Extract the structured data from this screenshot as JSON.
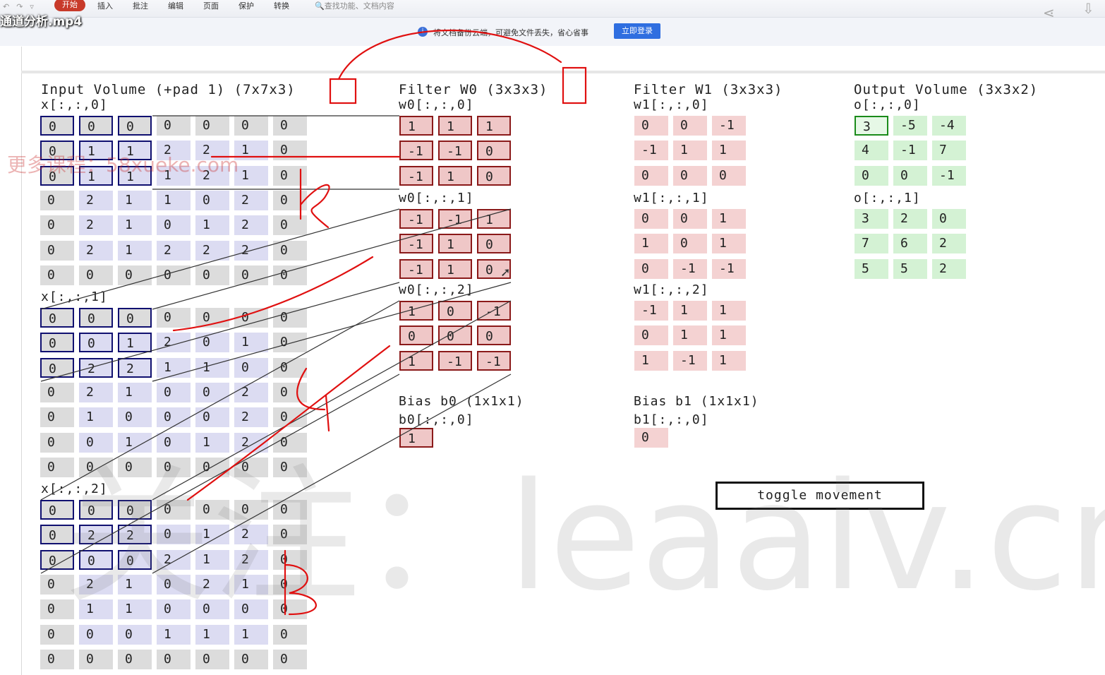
{
  "toolbar": {
    "start_tab": "开始",
    "menu": [
      "插入",
      "批注",
      "编辑",
      "页面",
      "保护",
      "转换"
    ],
    "search": "查找功能、文档内容",
    "video_title": "通道分析.mp4"
  },
  "notice": {
    "text": "将文档备份云端，可避免文件丢失，省心省事",
    "login_button": "立即登录"
  },
  "icons": {
    "info": "info-icon",
    "share": "share-icon",
    "download": "download-icon",
    "undo": "undo-icon",
    "redo": "redo-icon"
  },
  "input": {
    "title": "Input Volume (+pad 1) (7x7x3)",
    "slices": [
      {
        "label": "x[:,:,0]",
        "rows": [
          [
            0,
            0,
            0,
            0,
            0,
            0,
            0
          ],
          [
            0,
            1,
            1,
            2,
            2,
            1,
            0
          ],
          [
            0,
            1,
            1,
            1,
            2,
            1,
            0
          ],
          [
            0,
            2,
            1,
            1,
            0,
            2,
            0
          ],
          [
            0,
            2,
            1,
            0,
            1,
            2,
            0
          ],
          [
            0,
            2,
            1,
            2,
            2,
            2,
            0
          ],
          [
            0,
            0,
            0,
            0,
            0,
            0,
            0
          ]
        ]
      },
      {
        "label": "x[:,:,1]",
        "rows": [
          [
            0,
            0,
            0,
            0,
            0,
            0,
            0
          ],
          [
            0,
            0,
            1,
            2,
            0,
            1,
            0
          ],
          [
            0,
            2,
            2,
            1,
            1,
            0,
            0
          ],
          [
            0,
            2,
            1,
            0,
            0,
            2,
            0
          ],
          [
            0,
            1,
            0,
            0,
            0,
            2,
            0
          ],
          [
            0,
            0,
            1,
            0,
            1,
            2,
            0
          ],
          [
            0,
            0,
            0,
            0,
            0,
            0,
            0
          ]
        ]
      },
      {
        "label": "x[:,:,2]",
        "rows": [
          [
            0,
            0,
            0,
            0,
            0,
            0,
            0
          ],
          [
            0,
            2,
            2,
            0,
            1,
            2,
            0
          ],
          [
            0,
            0,
            0,
            2,
            1,
            2,
            0
          ],
          [
            0,
            2,
            1,
            0,
            2,
            1,
            0
          ],
          [
            0,
            1,
            1,
            0,
            0,
            0,
            0
          ],
          [
            0,
            0,
            0,
            1,
            1,
            1,
            0
          ],
          [
            0,
            0,
            0,
            0,
            0,
            0,
            0
          ]
        ]
      }
    ]
  },
  "filter_w0": {
    "title": "Filter W0 (3x3x3)",
    "slices": [
      {
        "label": "w0[:,:,0]",
        "rows": [
          [
            1,
            1,
            1
          ],
          [
            -1,
            -1,
            0
          ],
          [
            -1,
            1,
            0
          ]
        ]
      },
      {
        "label": "w0[:,:,1]",
        "rows": [
          [
            -1,
            -1,
            1
          ],
          [
            -1,
            1,
            0
          ],
          [
            -1,
            1,
            0
          ]
        ]
      },
      {
        "label": "w0[:,:,2]",
        "rows": [
          [
            1,
            0,
            -1
          ],
          [
            0,
            0,
            0
          ],
          [
            1,
            -1,
            -1
          ]
        ]
      }
    ],
    "bias_title": "Bias b0 (1x1x1)",
    "bias_label": "b0[:,:,0]",
    "bias_value": 1
  },
  "filter_w1": {
    "title": "Filter W1 (3x3x3)",
    "slices": [
      {
        "label": "w1[:,:,0]",
        "rows": [
          [
            0,
            0,
            -1
          ],
          [
            -1,
            1,
            1
          ],
          [
            0,
            0,
            0
          ]
        ]
      },
      {
        "label": "w1[:,:,1]",
        "rows": [
          [
            0,
            0,
            1
          ],
          [
            1,
            0,
            1
          ],
          [
            0,
            -1,
            -1
          ]
        ]
      },
      {
        "label": "w1[:,:,2]",
        "rows": [
          [
            -1,
            1,
            1
          ],
          [
            0,
            1,
            1
          ],
          [
            1,
            -1,
            1
          ]
        ]
      }
    ],
    "bias_title": "Bias b1 (1x1x1)",
    "bias_label": "b1[:,:,0]",
    "bias_value": 0
  },
  "output": {
    "title": "Output Volume (3x3x2)",
    "slices": [
      {
        "label": "o[:,:,0]",
        "rows": [
          [
            3,
            -5,
            -4
          ],
          [
            4,
            -1,
            7
          ],
          [
            0,
            0,
            -1
          ]
        ]
      },
      {
        "label": "o[:,:,1]",
        "rows": [
          [
            3,
            2,
            0
          ],
          [
            7,
            6,
            2
          ],
          [
            5,
            5,
            2
          ]
        ]
      }
    ]
  },
  "toggle_button": "toggle movement",
  "watermarks": {
    "large": "关注：leaaiv.cn",
    "small": "更多课程：58xueke.com"
  },
  "colors": {
    "input_pad": "#dcdcdc",
    "input_value": "#dcdcf2",
    "filter": "#f4d2d2",
    "filter_border": "#8b1a1a",
    "output": "#d4f2d4",
    "output_selected_border": "#1a8b1a",
    "receptive_field_border": "#101070",
    "annotation_ink": "#e01010"
  }
}
